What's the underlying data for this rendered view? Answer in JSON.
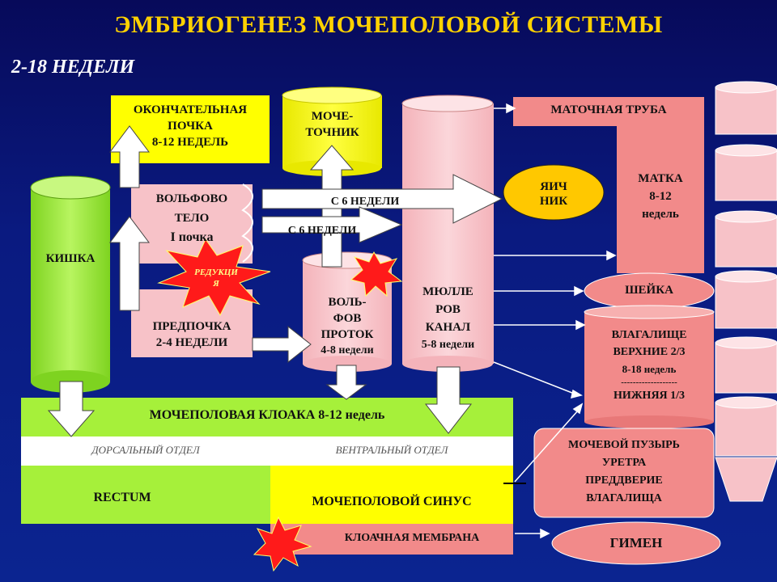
{
  "title": "ЭМБРИОГЕНЕЗ МОЧЕПОЛОВОЙ СИСТЕМЫ",
  "subtitle": "2-18 НЕДЕЛИ",
  "kidney_final": {
    "line1": "ОКОНЧАТЕЛЬНАЯ",
    "line2": "ПОЧКА",
    "line3": "8-12 НЕДЕЛЬ"
  },
  "ureter": {
    "line1": "МОЧЕ-",
    "line2": "ТОЧНИК"
  },
  "intestine": "КИШКА",
  "wolffian_body": {
    "line1": "ВОЛЬФОВО",
    "line2": "ТЕЛО",
    "line3": "I почка"
  },
  "reduction": {
    "line1": "РЕДУКЦИ",
    "line2": "Я"
  },
  "pronephros": {
    "line1": "ПРЕДПОЧКА",
    "line2": "2-4 НЕДЕЛИ"
  },
  "wolffian_duct": {
    "line1": "ВОЛЬ-",
    "line2": "ФОВ",
    "line3": "ПРОТОК",
    "line4": "4-8 недели"
  },
  "arrow_label_1": "С 6 НЕДЕЛИ",
  "arrow_label_2": "С 6 НЕДЕЛИ",
  "mullerian_duct": {
    "line1": "МЮЛЛЕ",
    "line2": "РОВ",
    "line3": "КАНАЛ",
    "line4": "5-8 недели"
  },
  "fallopian_tube": "МАТОЧНАЯ ТРУБА",
  "ovary": {
    "line1": "ЯИЧ",
    "line2": "НИК"
  },
  "uterus": {
    "line1": "МАТКА",
    "line2": "8-12",
    "line3": "недель"
  },
  "cervix": "ШЕЙКА",
  "vagina": {
    "line1": "ВЛАГАЛИЩЕ",
    "line2": "ВЕРХНИЕ 2/3",
    "line3": "8-18 недель",
    "line4": "-------------------",
    "line5": "НИЖНЯЯ 1/3"
  },
  "cloaca": "МОЧЕПОЛОВАЯ КЛОАКА 8-12 недель",
  "dorsal": "ДОРСАЛЬНЫЙ ОТДЕЛ",
  "ventral": "ВЕНТРАЛЬНЫЙ ОТДЕЛ",
  "rectum": "RECTUM",
  "urogenital_sinus": "МОЧЕПОЛОВОЙ СИНУС",
  "cloacal_membrane": "КЛОАЧНАЯ МЕМБРАНА",
  "bladder_box": {
    "line1": "МОЧЕВОЙ ПУЗЫРЬ",
    "line2": "УРЕТРА",
    "line3": "ПРЕДДВЕРИЕ",
    "line4": "ВЛАГАЛИЩА"
  },
  "hymen": "ГИМЕН",
  "colors": {
    "title": "#ffd200",
    "pink": "#f7c2c8",
    "salmon": "#f28a8a",
    "yellow": "#ffff00",
    "lime": "#a6f03a"
  }
}
